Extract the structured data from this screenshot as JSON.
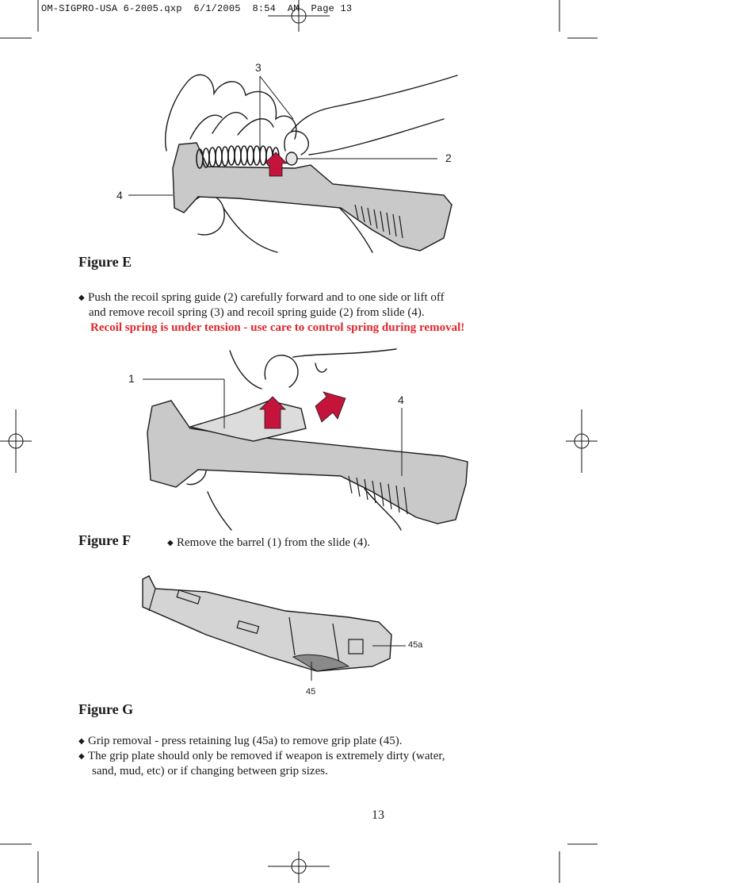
{
  "slug": {
    "left": "OM-SIGPRO-USA 6-2005.qxp  6/1/2005  8:54",
    "right": "AM  Page 13"
  },
  "figure_e": {
    "caption": "Figure E",
    "callouts": [
      "3",
      "2",
      "4"
    ],
    "bullets": [
      "Push the recoil spring guide (2) carefully forward and to one side or lift off",
      "and remove recoil spring (3) and recoil spring guide (2) from slide (4)."
    ],
    "warning": "Recoil spring is under tension - use care to control spring during removal!"
  },
  "figure_f": {
    "caption": "Figure F",
    "callouts": [
      "1",
      "4"
    ],
    "bullet": "Remove the barrel (1) from the slide (4)."
  },
  "figure_g": {
    "caption": "Figure G",
    "callouts": [
      "45a",
      "45"
    ],
    "bullets": [
      "Grip removal - press retaining lug (45a) to remove grip plate (45).",
      "The grip plate should only be removed if weapon is extremely dirty (water,",
      "sand, mud, etc) or if changing between grip sizes."
    ]
  },
  "page_number": "13",
  "colors": {
    "warning": "#e0262c",
    "arrow": "#c4143c",
    "slide_gray": "#c9c9c9"
  },
  "icons": {
    "bullet": "diamond-bullet-icon",
    "registration": "crosshair-registration-icon"
  }
}
